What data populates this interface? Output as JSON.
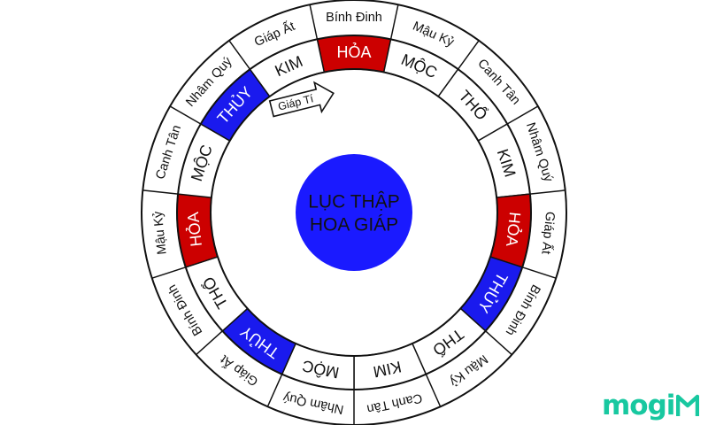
{
  "center": {
    "line1": "LỤC THẬP",
    "line2": "HOA GIÁP",
    "color": "#1a1aff"
  },
  "outer_ring": [
    "Bính Đinh",
    "Mậu Kỷ",
    "Canh Tân",
    "Nhâm Quý",
    "Giáp Ất",
    "Bính Đinh",
    "Mậu Kỷ",
    "Canh Tân",
    "Nhâm Quý",
    "Giáp Ất",
    "Bính Đinh",
    "Mậu Kỷ",
    "Canh Tân",
    "Nhâm Quý",
    "Giáp Ất"
  ],
  "inner_ring": [
    {
      "label": "HỎA",
      "fill": "red"
    },
    {
      "label": "MỘC",
      "fill": "white"
    },
    {
      "label": "THỔ",
      "fill": "white"
    },
    {
      "label": "KIM",
      "fill": "white"
    },
    {
      "label": "HỎA",
      "fill": "red"
    },
    {
      "label": "THỦY",
      "fill": "blue"
    },
    {
      "label": "THỔ",
      "fill": "white"
    },
    {
      "label": "KIM",
      "fill": "white"
    },
    {
      "label": "MỘC",
      "fill": "white"
    },
    {
      "label": "THỦY",
      "fill": "blue"
    },
    {
      "label": "THỔ",
      "fill": "white"
    },
    {
      "label": "HỎA",
      "fill": "red"
    },
    {
      "label": "MỘC",
      "fill": "white"
    },
    {
      "label": "THỦY",
      "fill": "blue"
    },
    {
      "label": "KIM",
      "fill": "white"
    }
  ],
  "start_marker": "Giáp Tí",
  "colors": {
    "red": "#cc0000",
    "blue": "#1a1aee",
    "white": "#ffffff",
    "stroke": "#111111"
  },
  "logo": {
    "text": "mogi",
    "color": "#18c8a0"
  }
}
